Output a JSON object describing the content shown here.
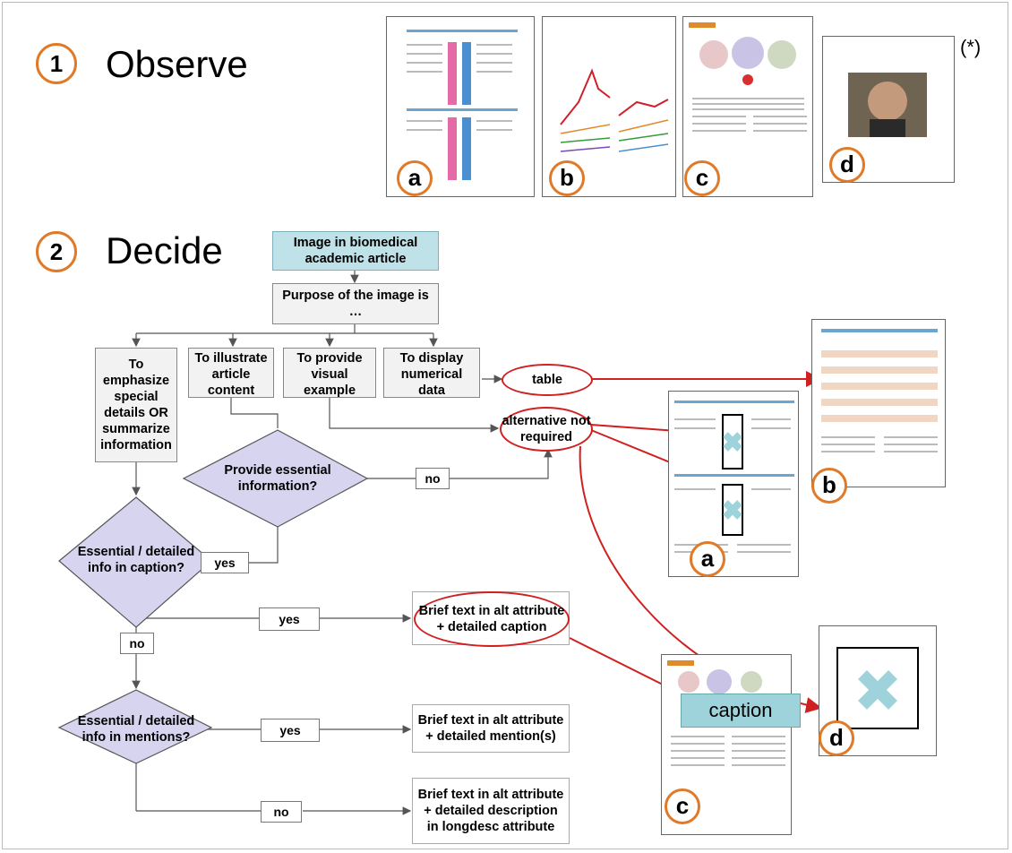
{
  "note": "(*)",
  "steps": {
    "observe": {
      "number": "1",
      "title": "Observe"
    },
    "decide": {
      "number": "2",
      "title": "Decide"
    }
  },
  "thumbnail_labels": {
    "a": "a",
    "b": "b",
    "c": "c",
    "d": "d"
  },
  "flow": {
    "start": "Image in biomedical academic article",
    "purpose": "Purpose of the image is …",
    "options": {
      "emphasize": "To emphasize special details OR summarize information",
      "illustrate": "To illustrate article content",
      "example": "To provide visual example",
      "numerical": "To display numerical data"
    },
    "outcomes": {
      "table": "table",
      "alternative": "alternative not required",
      "caption_alt": "Brief text in alt attribute + detailed caption",
      "mention_alt": "Brief text in alt attribute + detailed mention(s)",
      "longdesc": "Brief text in alt attribute + detailed description in longdesc attribute"
    },
    "questions": {
      "essential": "Provide essential information?",
      "caption": "Essential / detailed info in caption?",
      "mentions": "Essential / detailed info in mentions?"
    },
    "answers": {
      "no": "no",
      "yes": "yes"
    }
  },
  "caption_label": "caption",
  "colors": {
    "accent": "#e07a28",
    "start_box": "#bfe1e8",
    "diamond": "#d7d4ef",
    "arrow": "#d02020",
    "cross": "#9ed3dc"
  }
}
